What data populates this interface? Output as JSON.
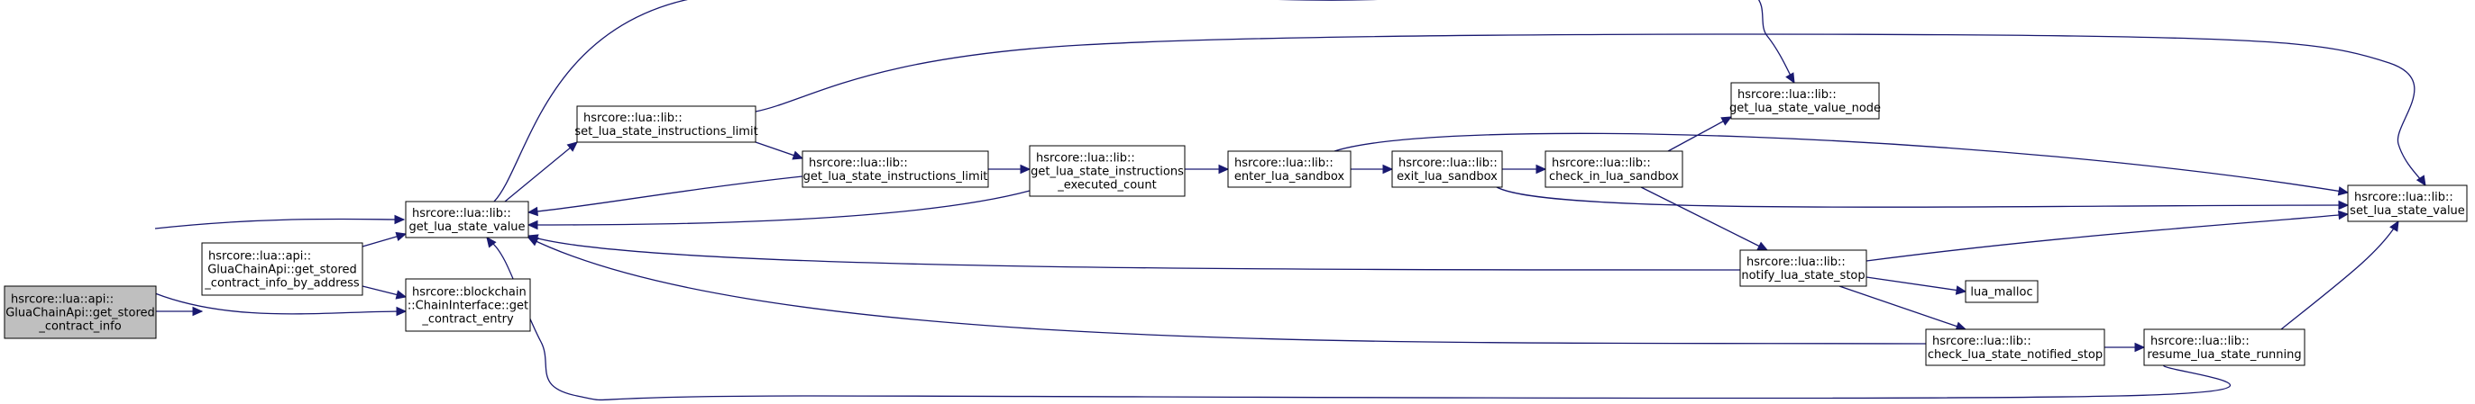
{
  "colors": {
    "node_fill": "#ffffff",
    "root_fill": "#bfbfbf",
    "node_border": "#000000",
    "edge": "#191970",
    "background": "#ffffff"
  },
  "nodes": [
    {
      "id": "root",
      "lines": [
        "hsrcore::lua::api::",
        "GluaChainApi::get_stored",
        "_contract_info"
      ],
      "highlight": true
    },
    {
      "id": "get_stored_contract_info_by_address",
      "lines": [
        "hsrcore::lua::api::",
        "GluaChainApi::get_stored",
        "_contract_info_by_address"
      ]
    },
    {
      "id": "get_lua_state_value",
      "lines": [
        "hsrcore::lua::lib::",
        "get_lua_state_value"
      ]
    },
    {
      "id": "get_contract_entry",
      "lines": [
        "hsrcore::blockchain",
        "::ChainInterface::get",
        "_contract_entry"
      ]
    },
    {
      "id": "set_lua_state_instructions_limit",
      "lines": [
        "hsrcore::lua::lib::",
        "set_lua_state_instructions_limit"
      ]
    },
    {
      "id": "get_lua_state_instructions_limit",
      "lines": [
        "hsrcore::lua::lib::",
        "get_lua_state_instructions_limit"
      ]
    },
    {
      "id": "get_lua_state_instructions_executed_count",
      "lines": [
        "hsrcore::lua::lib::",
        "get_lua_state_instructions",
        "_executed_count"
      ]
    },
    {
      "id": "enter_lua_sandbox",
      "lines": [
        "hsrcore::lua::lib::",
        "enter_lua_sandbox"
      ]
    },
    {
      "id": "exit_lua_sandbox",
      "lines": [
        "hsrcore::lua::lib::",
        "exit_lua_sandbox"
      ]
    },
    {
      "id": "check_in_lua_sandbox",
      "lines": [
        "hsrcore::lua::lib::",
        "check_in_lua_sandbox"
      ]
    },
    {
      "id": "get_lua_state_value_node",
      "lines": [
        "hsrcore::lua::lib::",
        "get_lua_state_value_node"
      ]
    },
    {
      "id": "notify_lua_state_stop",
      "lines": [
        "hsrcore::lua::lib::",
        "notify_lua_state_stop"
      ]
    },
    {
      "id": "lua_malloc",
      "lines": [
        "lua_malloc"
      ]
    },
    {
      "id": "check_lua_state_notified_stop",
      "lines": [
        "hsrcore::lua::lib::",
        "check_lua_state_notified_stop"
      ]
    },
    {
      "id": "resume_lua_state_running",
      "lines": [
        "hsrcore::lua::lib::",
        "resume_lua_state_running"
      ]
    },
    {
      "id": "set_lua_state_value",
      "lines": [
        "hsrcore::lua::lib::",
        "set_lua_state_value"
      ]
    }
  ],
  "edges": [
    {
      "from": "root",
      "to": "get_lua_state_value"
    },
    {
      "from": "root",
      "to": "get_stored_contract_info_by_address"
    },
    {
      "from": "root",
      "to": "get_contract_entry"
    },
    {
      "from": "get_stored_contract_info_by_address",
      "to": "get_lua_state_value"
    },
    {
      "from": "get_stored_contract_info_by_address",
      "to": "get_contract_entry"
    },
    {
      "from": "get_lua_state_value",
      "to": "set_lua_state_instructions_limit"
    },
    {
      "from": "get_lua_state_value",
      "to": "get_lua_state_value_node"
    },
    {
      "from": "set_lua_state_instructions_limit",
      "to": "get_lua_state_instructions_limit"
    },
    {
      "from": "set_lua_state_instructions_limit",
      "to": "set_lua_state_value"
    },
    {
      "from": "get_lua_state_instructions_limit",
      "to": "get_lua_state_value"
    },
    {
      "from": "get_lua_state_instructions_limit",
      "to": "get_lua_state_instructions_executed_count"
    },
    {
      "from": "get_lua_state_instructions_executed_count",
      "to": "get_lua_state_value"
    },
    {
      "from": "get_lua_state_instructions_executed_count",
      "to": "enter_lua_sandbox"
    },
    {
      "from": "enter_lua_sandbox",
      "to": "exit_lua_sandbox"
    },
    {
      "from": "enter_lua_sandbox",
      "to": "set_lua_state_value"
    },
    {
      "from": "exit_lua_sandbox",
      "to": "check_in_lua_sandbox"
    },
    {
      "from": "exit_lua_sandbox",
      "to": "set_lua_state_value"
    },
    {
      "from": "check_in_lua_sandbox",
      "to": "get_lua_state_value_node"
    },
    {
      "from": "check_in_lua_sandbox",
      "to": "notify_lua_state_stop"
    },
    {
      "from": "notify_lua_state_stop",
      "to": "get_lua_state_value"
    },
    {
      "from": "notify_lua_state_stop",
      "to": "set_lua_state_value"
    },
    {
      "from": "notify_lua_state_stop",
      "to": "lua_malloc"
    },
    {
      "from": "notify_lua_state_stop",
      "to": "check_lua_state_notified_stop"
    },
    {
      "from": "check_lua_state_notified_stop",
      "to": "get_lua_state_value"
    },
    {
      "from": "check_lua_state_notified_stop",
      "to": "resume_lua_state_running"
    },
    {
      "from": "resume_lua_state_running",
      "to": "get_lua_state_value"
    },
    {
      "from": "resume_lua_state_running",
      "to": "set_lua_state_value"
    }
  ]
}
